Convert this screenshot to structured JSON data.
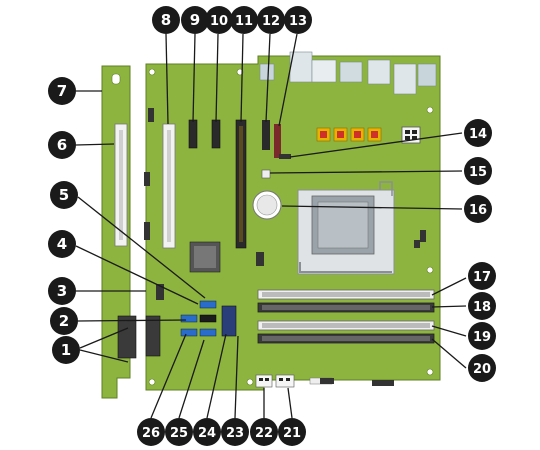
{
  "figure": {
    "board_color": "#8db43f",
    "board_edge_color": "#5f7f24",
    "callout_fill": "#1a1a1a",
    "callout_text_color": "#ffffff",
    "leader_color": "#1a1a1a"
  },
  "callouts": [
    {
      "id": "c1",
      "label": "1"
    },
    {
      "id": "c2",
      "label": "2"
    },
    {
      "id": "c3",
      "label": "3"
    },
    {
      "id": "c4",
      "label": "4"
    },
    {
      "id": "c5",
      "label": "5"
    },
    {
      "id": "c6",
      "label": "6"
    },
    {
      "id": "c7",
      "label": "7"
    },
    {
      "id": "c8",
      "label": "8"
    },
    {
      "id": "c9",
      "label": "9"
    },
    {
      "id": "c10",
      "label": "10"
    },
    {
      "id": "c11",
      "label": "11"
    },
    {
      "id": "c12",
      "label": "12"
    },
    {
      "id": "c13",
      "label": "13"
    },
    {
      "id": "c14",
      "label": "14"
    },
    {
      "id": "c15",
      "label": "15"
    },
    {
      "id": "c16",
      "label": "16"
    },
    {
      "id": "c17",
      "label": "17"
    },
    {
      "id": "c18",
      "label": "18"
    },
    {
      "id": "c19",
      "label": "19"
    },
    {
      "id": "c20",
      "label": "20"
    },
    {
      "id": "c21",
      "label": "21"
    },
    {
      "id": "c22",
      "label": "22"
    },
    {
      "id": "c23",
      "label": "23"
    },
    {
      "id": "c24",
      "label": "24"
    },
    {
      "id": "c25",
      "label": "25"
    },
    {
      "id": "c26",
      "label": "26"
    }
  ]
}
